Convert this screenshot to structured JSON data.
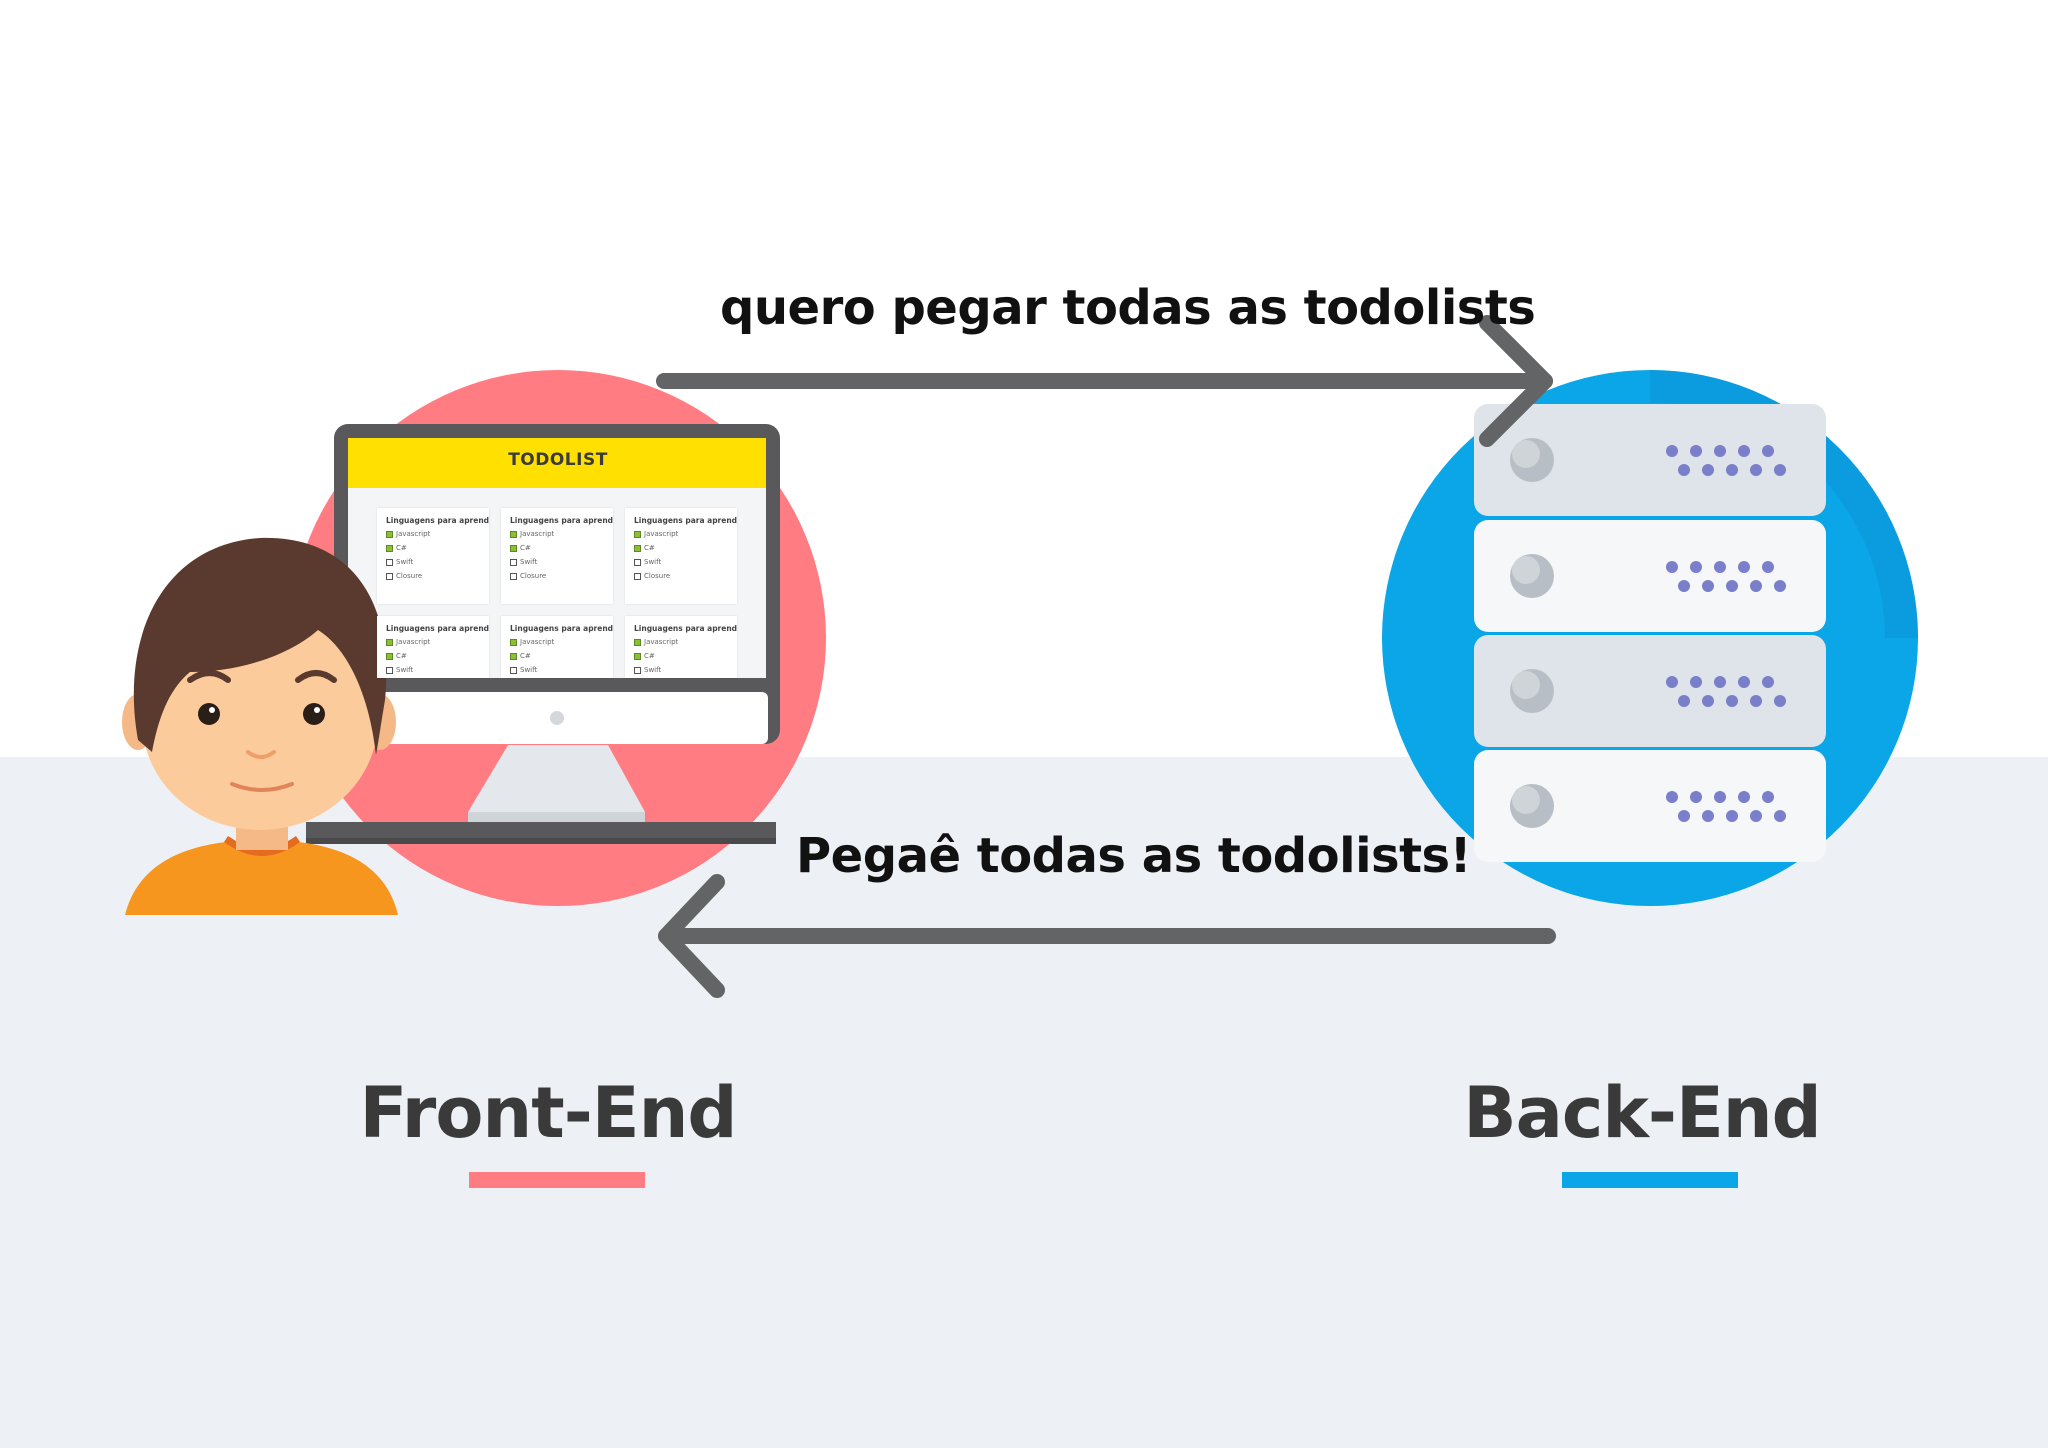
{
  "messages": {
    "request": "quero pegar todas as todolists",
    "response": "Pegaê todas as todolists!"
  },
  "labels": {
    "front_end": "Front-End",
    "back_end": "Back-End"
  },
  "screen": {
    "app_title": "TODOLIST",
    "cards": [
      {
        "title": "Linguagens para aprender",
        "items": [
          {
            "text": "Javascript",
            "checked": true
          },
          {
            "text": "C#",
            "checked": true
          },
          {
            "text": "Swift",
            "checked": false
          },
          {
            "text": "Closure",
            "checked": false
          }
        ]
      },
      {
        "title": "Linguagens para aprender",
        "items": [
          {
            "text": "Javascript",
            "checked": true
          },
          {
            "text": "C#",
            "checked": true
          },
          {
            "text": "Swift",
            "checked": false
          },
          {
            "text": "Closure",
            "checked": false
          }
        ]
      },
      {
        "title": "Linguagens para aprender",
        "items": [
          {
            "text": "Javascript",
            "checked": true
          },
          {
            "text": "C#",
            "checked": true
          },
          {
            "text": "Swift",
            "checked": false
          },
          {
            "text": "Closure",
            "checked": false
          }
        ]
      },
      {
        "title": "Linguagens para aprender",
        "items": [
          {
            "text": "Javascript",
            "checked": true
          },
          {
            "text": "C#",
            "checked": true
          },
          {
            "text": "Swift",
            "checked": false
          }
        ]
      },
      {
        "title": "Linguagens para aprender",
        "items": [
          {
            "text": "Javascript",
            "checked": true
          },
          {
            "text": "C#",
            "checked": true
          },
          {
            "text": "Swift",
            "checked": false
          }
        ]
      },
      {
        "title": "Linguagens para aprender",
        "items": [
          {
            "text": "Javascript",
            "checked": true
          },
          {
            "text": "C#",
            "checked": true
          },
          {
            "text": "Swift",
            "checked": false
          }
        ]
      }
    ]
  },
  "colors": {
    "front_accent": "#ff7c82",
    "back_accent": "#0aa6e8",
    "arrow": "#636466",
    "todo_header": "#ffe000",
    "shirt": "#f7961e",
    "hair": "#5a3a2e",
    "skin": "#fccb9c"
  },
  "icons": {
    "user": "person-avatar-icon",
    "frontend": "desktop-monitor-icon",
    "backend": "server-rack-icon"
  }
}
